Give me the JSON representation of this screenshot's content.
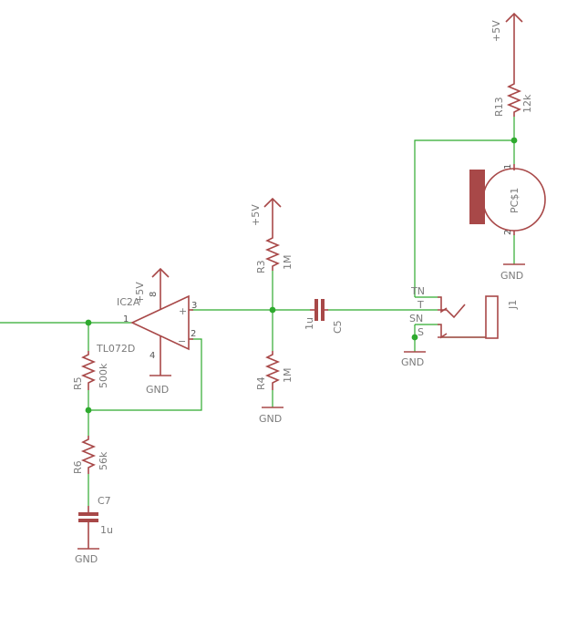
{
  "op_amp": {
    "name": "IC2A",
    "value": "TL072D",
    "supply": "+5V",
    "pin_plus": "+",
    "pin_minus": "−",
    "pins": {
      "out": "1",
      "inp": "3",
      "inn": "2",
      "vcc": "8",
      "vee": "4"
    },
    "gnd": "GND"
  },
  "r5": {
    "name": "R5",
    "value": "500k"
  },
  "r6": {
    "name": "R6",
    "value": "56k"
  },
  "c7": {
    "name": "C7",
    "value": "1u",
    "gnd": "GND"
  },
  "r3": {
    "name": "R3",
    "value": "1M",
    "supply": "+5V"
  },
  "r4": {
    "name": "R4",
    "value": "1M",
    "gnd": "GND"
  },
  "c5": {
    "name": "C5",
    "value": "1u"
  },
  "r13": {
    "name": "R13",
    "value": "12k",
    "supply": "+5V"
  },
  "mic": {
    "name": "PC$1",
    "pin1": "1",
    "pin2": "2",
    "gnd": "GND"
  },
  "jack": {
    "name": "J1",
    "tn": "TN",
    "t": "T",
    "sn": "SN",
    "s": "S",
    "gnd": "GND"
  }
}
